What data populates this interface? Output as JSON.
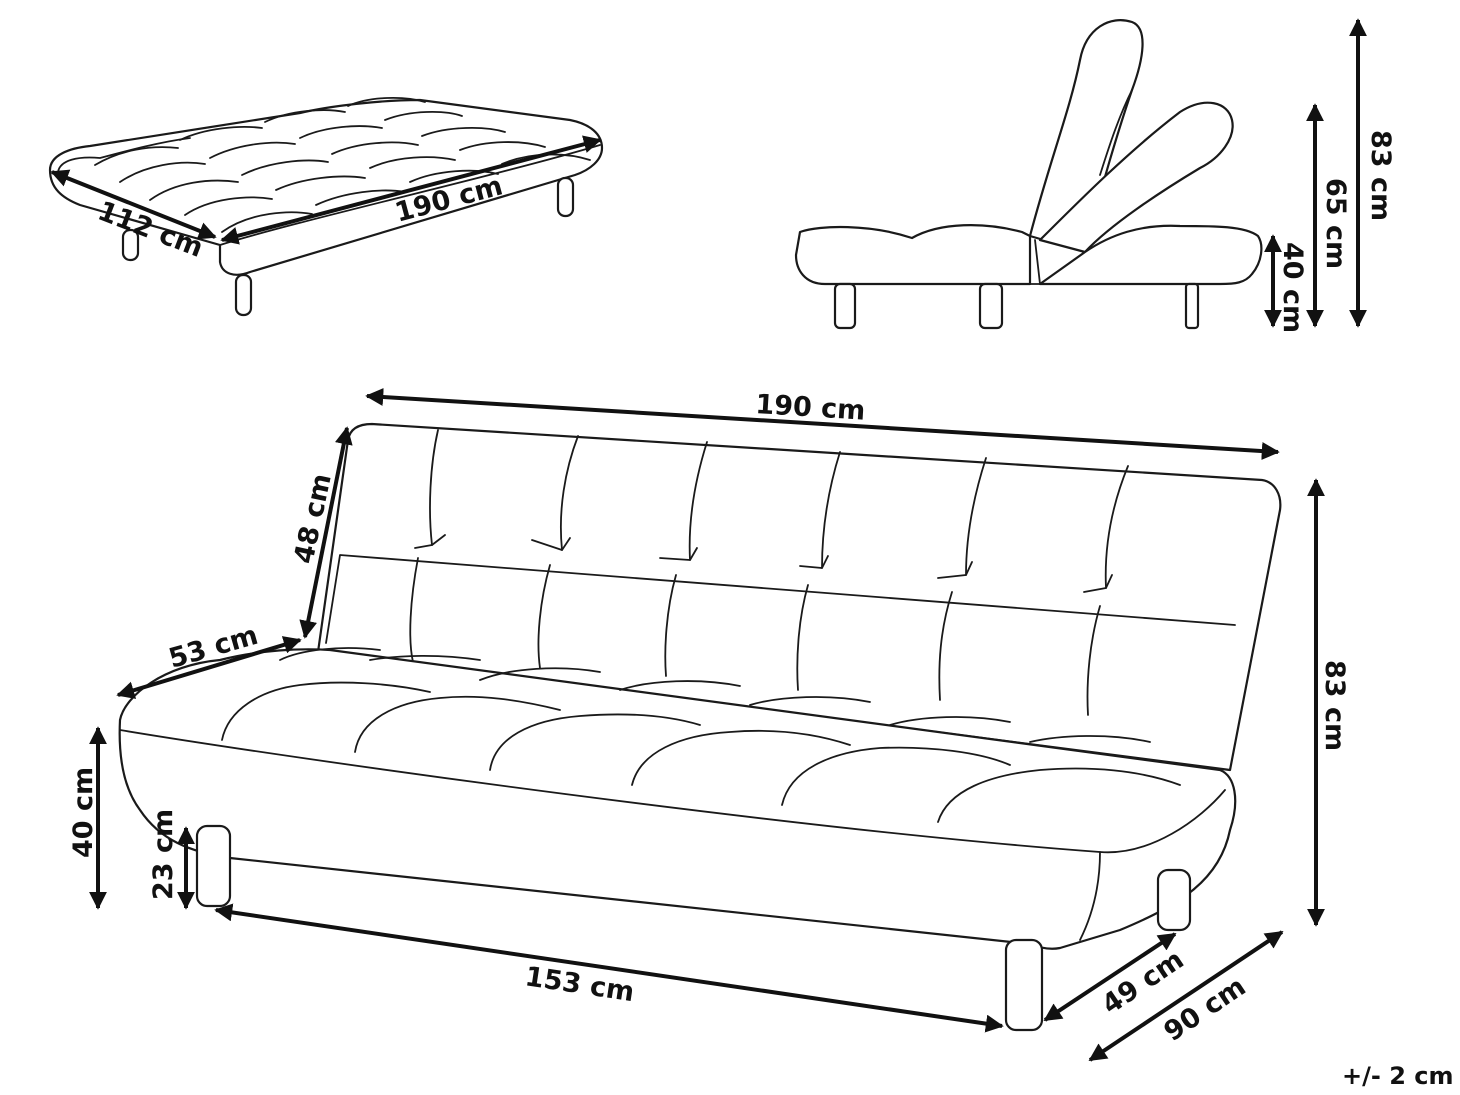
{
  "top_left_view": {
    "width_label": "190 cm",
    "depth_label": "112 cm"
  },
  "side_view": {
    "height_total_label": "83 cm",
    "height_back_label": "65 cm",
    "height_seat_label": "40 cm"
  },
  "front_view": {
    "width_label": "190 cm",
    "back_height_label": "48 cm",
    "seat_depth_label": "53 cm",
    "seat_height_label": "40 cm",
    "leg_height_label": "23 cm",
    "leg_span_label": "153 cm",
    "total_height_label": "83 cm",
    "leg_depth_label": "49 cm",
    "total_depth_label": "90 cm"
  },
  "tolerance": "+/- 2 cm"
}
